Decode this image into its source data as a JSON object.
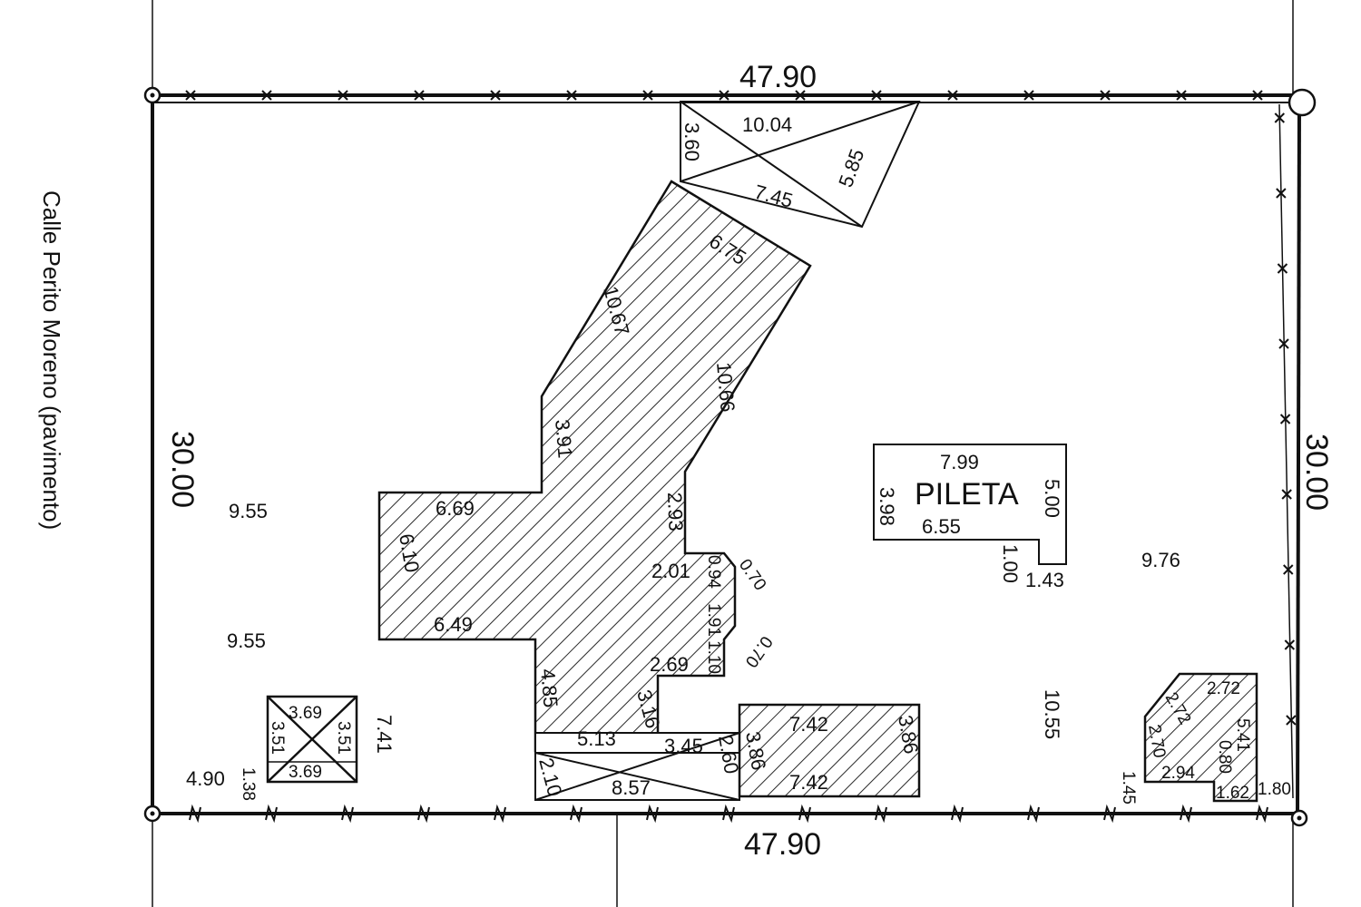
{
  "street_label": "Calle Perito Moreno (pavimento)",
  "lot": {
    "top": "47.90",
    "bottom": "47.90",
    "left": "30.00",
    "right": "30.00"
  },
  "setbacks": {
    "left_upper": "9.55",
    "left_lower": "9.55",
    "right": "9.76",
    "bottom_mid": "10.55",
    "small_box_side": "7.41",
    "left_bottom": "4.90",
    "left_bottom_gap": "1.38",
    "right_bottom_gap": "1.45"
  },
  "top_block": {
    "top": "10.04",
    "left": "3.60",
    "right": "5.85",
    "bottom": "7.45"
  },
  "main_building": {
    "a": "6.75",
    "b": "10.67",
    "c": "10.66",
    "d": "3.91",
    "e": "2.93",
    "f": "6.69",
    "g": "6.10",
    "h": "6.49",
    "i": "2.01",
    "j": "0.94",
    "k": "0.70",
    "l": "1.91",
    "m": "0.70",
    "n": "1.10",
    "o": "2.69",
    "p": "4.85",
    "q": "3.16",
    "r": "5.13",
    "s": "3.45"
  },
  "bottom_block": {
    "left": "2.10",
    "bottom": "8.57",
    "right": "2.60"
  },
  "east_block": {
    "top": "7.42",
    "bottom": "7.42",
    "left": "3.86",
    "right": "3.86"
  },
  "pool": {
    "label": "PILETA",
    "top": "7.99",
    "left": "3.98",
    "right": "5.00",
    "bottom": "6.55",
    "notch_h": "1.00",
    "notch_w": "1.43"
  },
  "small_box": {
    "top": "3.69",
    "bottom": "3.69",
    "left": "3.51",
    "right": "3.51"
  },
  "corner_block": {
    "top": "2.72",
    "diag": "2.72",
    "left": "2.70",
    "bottom": "2.94",
    "right": "5.41",
    "inner": "0.80",
    "foot": "1.62",
    "edge": "1.80"
  }
}
